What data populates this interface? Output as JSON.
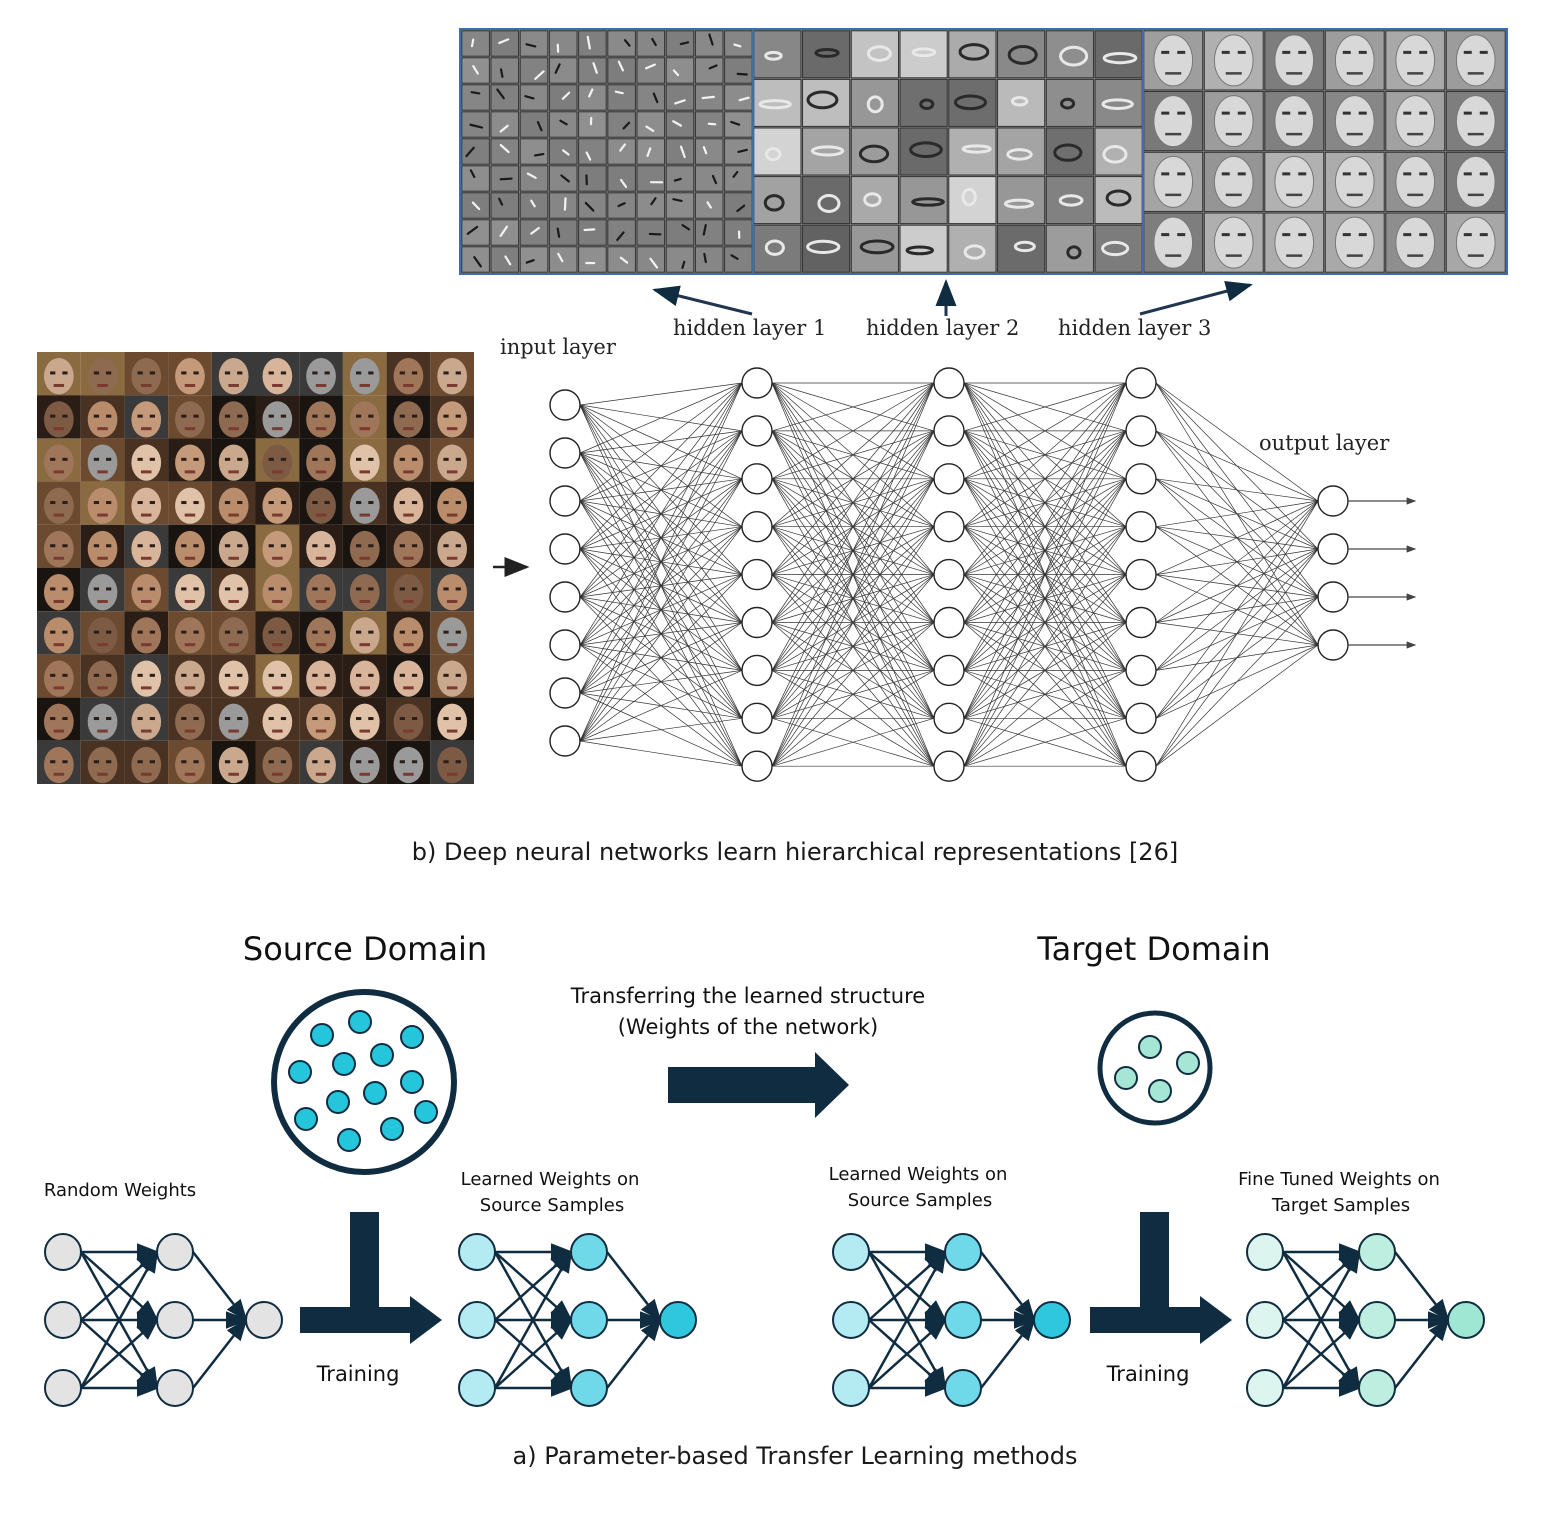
{
  "top_figure": {
    "input_label": "input layer",
    "hidden_labels": [
      "hidden layer 1",
      "hidden layer 2",
      "hidden layer 3"
    ],
    "output_label": "output layer",
    "caption": "b) Deep neural networks learn hierarchical representations [26]",
    "layer_sizes": [
      8,
      9,
      9,
      9,
      4
    ],
    "face_grid": {
      "rows": 10,
      "cols": 10
    },
    "feature_panels": [
      {
        "name": "edges",
        "rows": 9,
        "cols": 10
      },
      {
        "name": "parts",
        "rows": 5,
        "cols": 8
      },
      {
        "name": "faces",
        "rows": 4,
        "cols": 6
      }
    ]
  },
  "bottom_figure": {
    "source_title": "Source Domain",
    "target_title": "Target Domain",
    "transfer_text_1": "Transferring the learned structure",
    "transfer_text_2": "(Weights of the network)",
    "stages": [
      {
        "label_1": "Random Weights",
        "label_2": "",
        "fill_in": "#e3e3e3",
        "fill_mid": "#e3e3e3",
        "fill_out": "#e3e3e3"
      },
      {
        "label_1": "Learned Weights on",
        "label_2": "Source Samples",
        "fill_in": "#b4ebf3",
        "fill_mid": "#6fd8e9",
        "fill_out": "#2ec7dd"
      },
      {
        "label_1": "Learned Weights on",
        "label_2": "Source Samples",
        "fill_in": "#b4ebf3",
        "fill_mid": "#6fd8e9",
        "fill_out": "#2ec7dd"
      },
      {
        "label_1": "Fine Tuned Weights on",
        "label_2": "Target Samples",
        "fill_in": "#dcf5ef",
        "fill_mid": "#bdeee0",
        "fill_out": "#9fe6d3"
      }
    ],
    "training_label": "Training",
    "caption": "a) Parameter-based Transfer Learning methods",
    "colors": {
      "dark": "#0f2c40",
      "source_dot": "#25c5dc",
      "target_dot": "#a5e6d5"
    }
  }
}
